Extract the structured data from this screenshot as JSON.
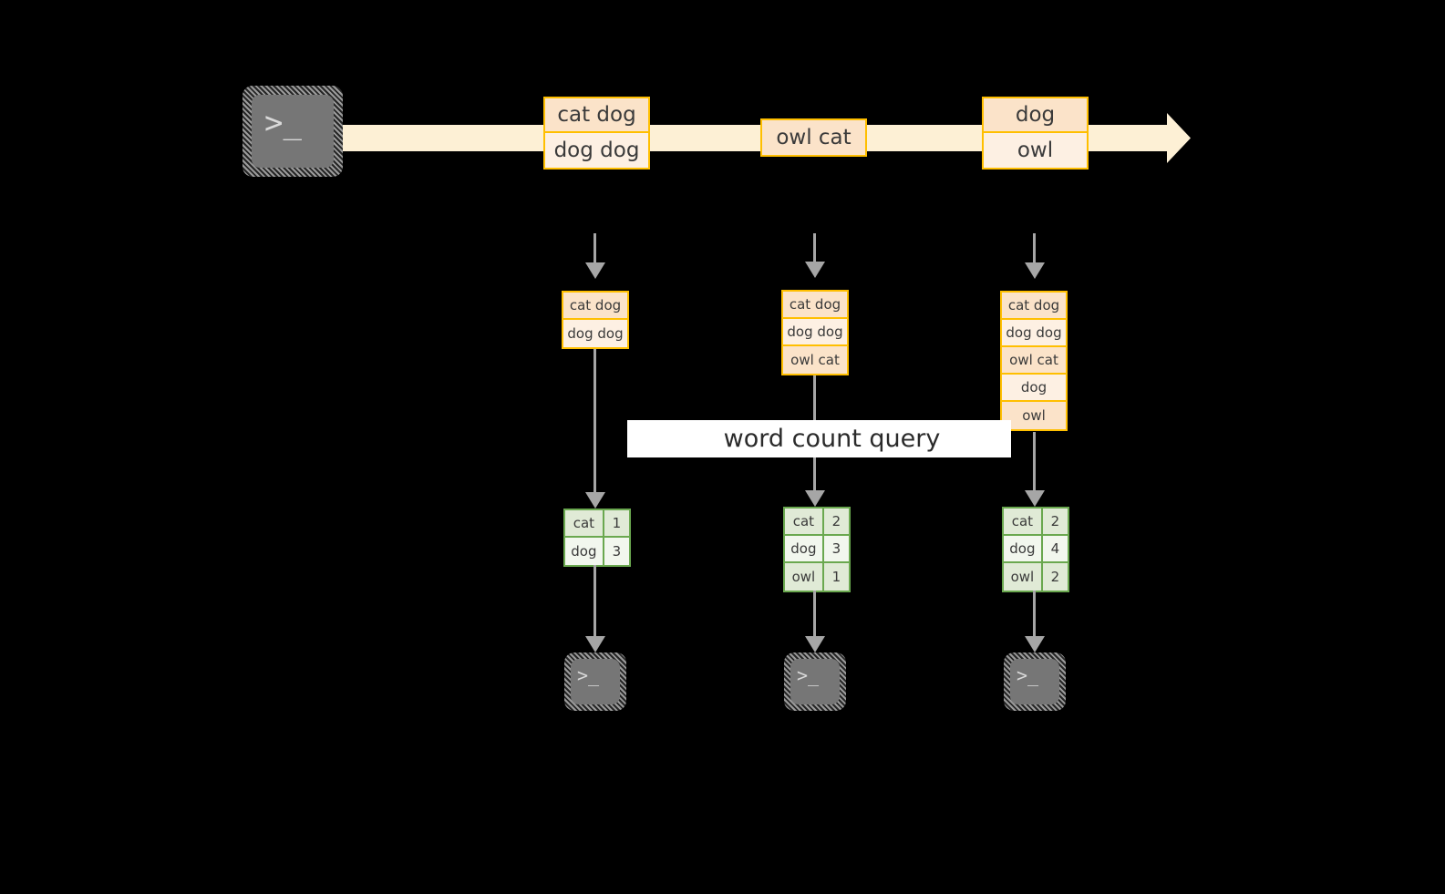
{
  "diagram": {
    "title_label": "word count query",
    "colors": {
      "stream_band": "#fdf0d5",
      "record_border": "#ffbf00",
      "record_fill": "#fdf0e3",
      "record_fill_shade": "#fbe3c9",
      "result_border": "#6aa84f",
      "result_fill": "#f2f7ee",
      "result_fill_shade": "#e0ead6",
      "connector": "#a6a6a6",
      "terminal_face": "#767676",
      "background": "#000000"
    },
    "source": {
      "icon": "terminal-prompt-icon",
      "prompt_text": ">_"
    },
    "stream": {
      "groups": [
        {
          "lines": [
            "cat dog",
            "dog dog"
          ]
        },
        {
          "lines": [
            "owl cat"
          ]
        },
        {
          "lines": [
            "dog",
            "owl"
          ]
        }
      ]
    },
    "snapshots": [
      {
        "log": [
          "cat dog",
          "dog dog"
        ],
        "result": {
          "rows": [
            {
              "word": "cat",
              "count": "1"
            },
            {
              "word": "dog",
              "count": "3"
            }
          ]
        },
        "sink": {
          "icon": "terminal-prompt-icon",
          "prompt_text": ">_"
        }
      },
      {
        "log": [
          "cat dog",
          "dog dog",
          "owl cat"
        ],
        "result": {
          "rows": [
            {
              "word": "cat",
              "count": "2"
            },
            {
              "word": "dog",
              "count": "3"
            },
            {
              "word": "owl",
              "count": "1"
            }
          ]
        },
        "sink": {
          "icon": "terminal-prompt-icon",
          "prompt_text": ">_"
        }
      },
      {
        "log": [
          "cat dog",
          "dog dog",
          "owl cat",
          "dog",
          "owl"
        ],
        "result": {
          "rows": [
            {
              "word": "cat",
              "count": "2"
            },
            {
              "word": "dog",
              "count": "4"
            },
            {
              "word": "owl",
              "count": "2"
            }
          ]
        },
        "sink": {
          "icon": "terminal-prompt-icon",
          "prompt_text": ">_"
        }
      }
    ]
  }
}
